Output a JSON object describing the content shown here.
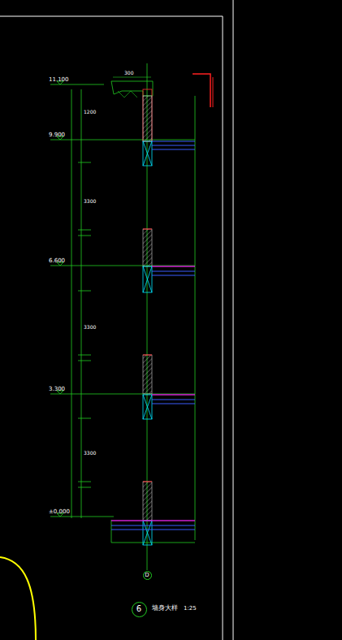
{
  "diagram": {
    "title": "墙身大样",
    "nodes": [
      {
        "text": [
          "D"
        ]
      },
      {
        "text": [
          "6"
        ]
      }
    ],
    "labels": [
      "11.100",
      "9.900",
      "6.600",
      "3.300",
      "±0.000",
      "300",
      "1200",
      "3300",
      "3300",
      "3300",
      "1:25"
    ]
  }
}
